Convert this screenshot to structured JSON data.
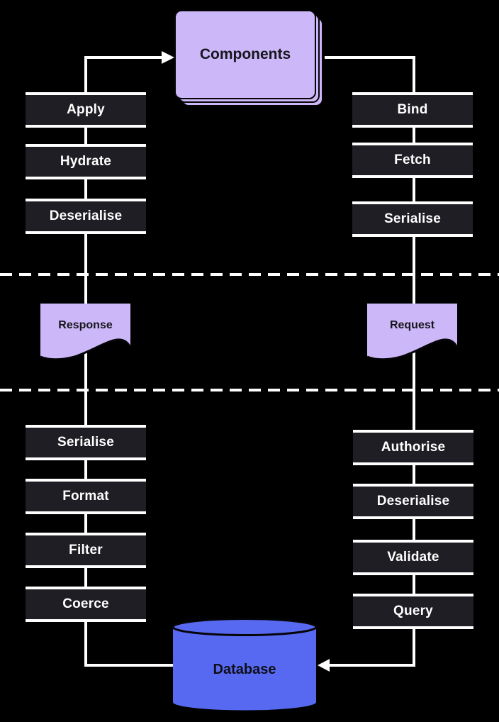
{
  "colors": {
    "background": "#000000",
    "node_purple": "#CCB7F8",
    "database_blue": "#5869F1",
    "step_box_bg": "#1E1E24",
    "line_white": "#FFFFFF",
    "dark_text": "#16161C"
  },
  "nodes": {
    "components": "Components",
    "response": "Response",
    "request": "Request",
    "database": "Database"
  },
  "pipelines": {
    "top_left": [
      "Apply",
      "Hydrate",
      "Deserialise"
    ],
    "top_right": [
      "Bind",
      "Fetch",
      "Serialise"
    ],
    "bottom_left": [
      "Serialise",
      "Format",
      "Filter",
      "Coerce"
    ],
    "bottom_right": [
      "Authorise",
      "Deserialise",
      "Validate",
      "Query"
    ]
  }
}
